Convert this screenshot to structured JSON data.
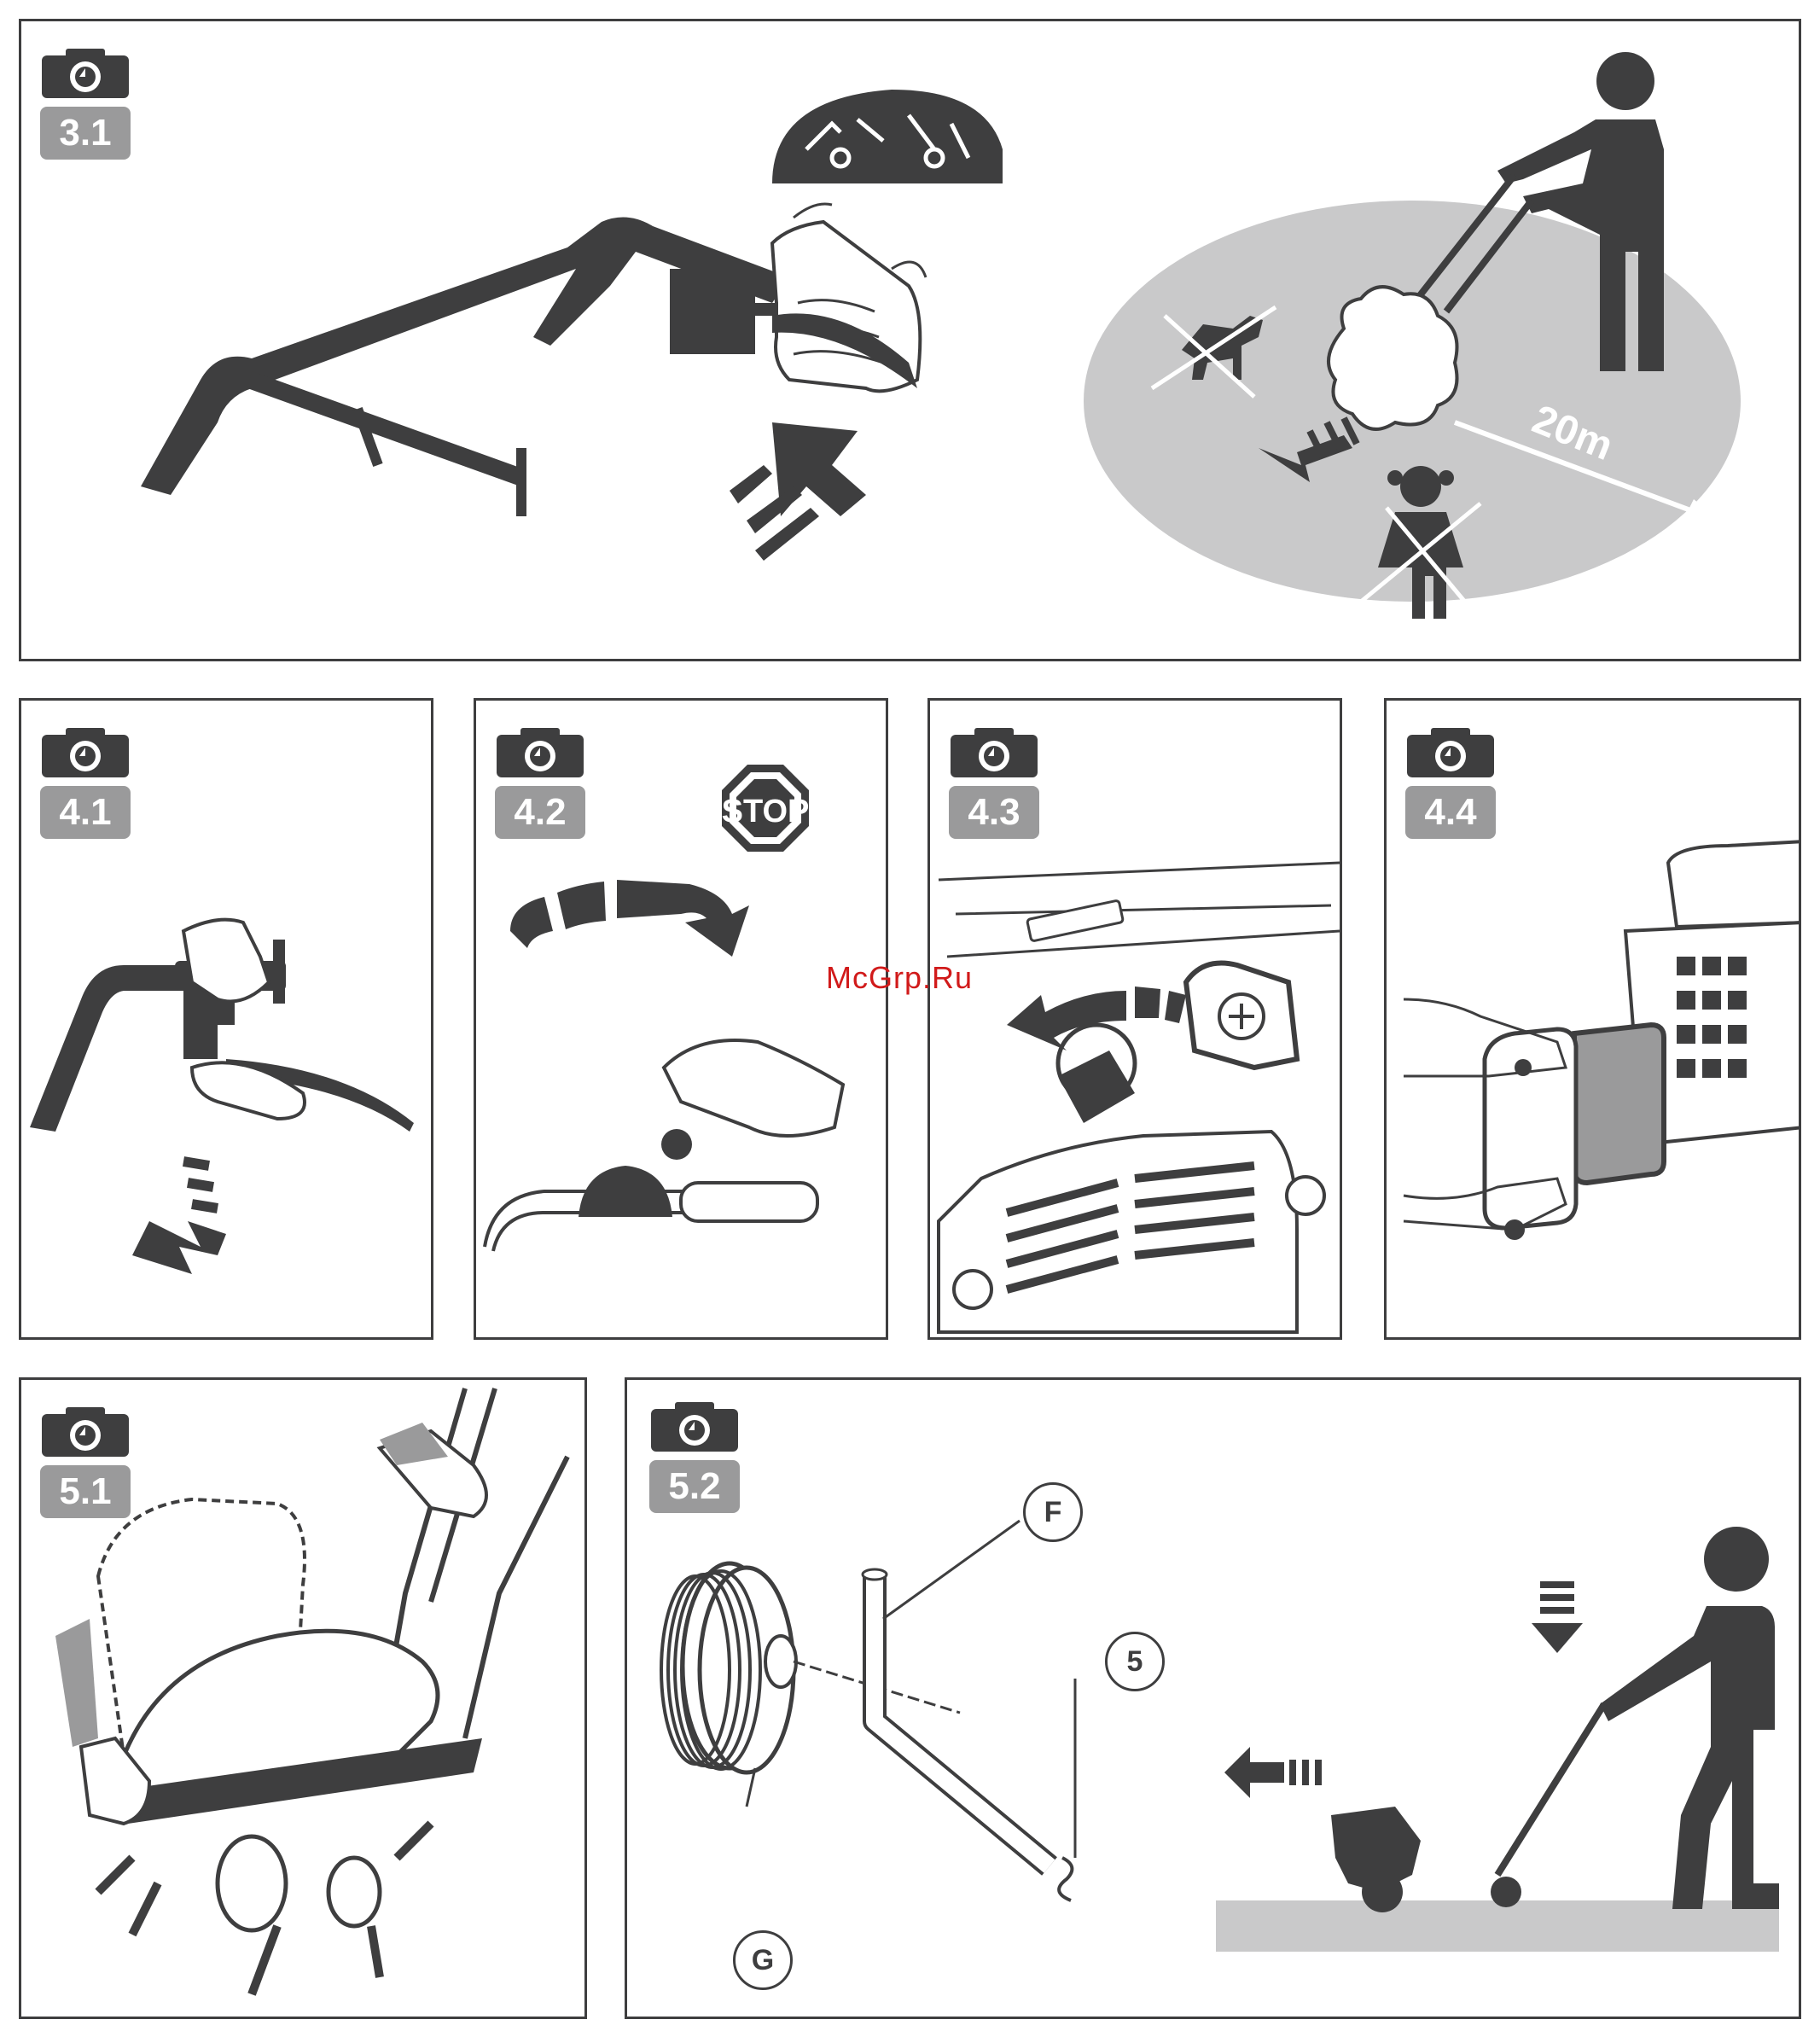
{
  "panels": [
    {
      "id": "3.1",
      "label": "3.1"
    },
    {
      "id": "4.1",
      "label": "4.1"
    },
    {
      "id": "4.2",
      "label": "4.2"
    },
    {
      "id": "4.3",
      "label": "4.3"
    },
    {
      "id": "4.4",
      "label": "4.4"
    },
    {
      "id": "5.1",
      "label": "5.1"
    },
    {
      "id": "5.2",
      "label": "5.2"
    }
  ],
  "texts": {
    "distance": "20m",
    "stop_sign": "STOP",
    "watermark": "McGrp.Ru"
  },
  "callouts": {
    "f": "F",
    "five": "5",
    "g": "G"
  },
  "colors": {
    "ink": "#3e3e3f",
    "badge": "#9a9a9b",
    "ellipse": "#c9c9ca",
    "watermark": "#d11a1a"
  }
}
